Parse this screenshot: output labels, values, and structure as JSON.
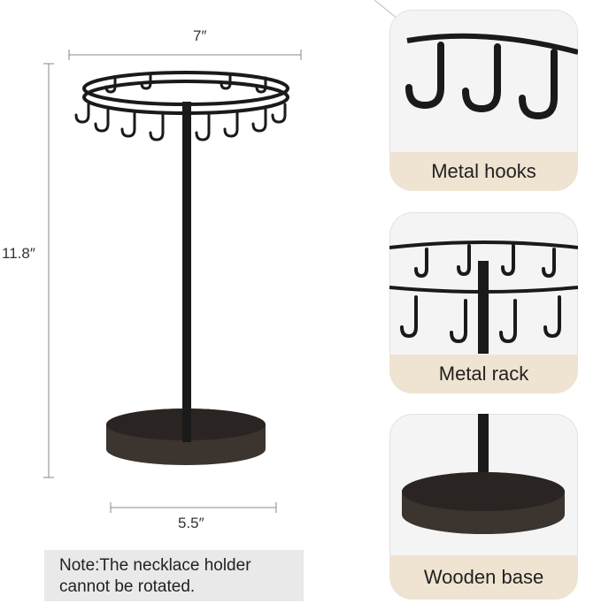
{
  "dimensions": {
    "width": "7″",
    "height": "11.8″",
    "base": "5.5″"
  },
  "cards": [
    {
      "label": "Metal hooks"
    },
    {
      "label": "Metal rack"
    },
    {
      "label": "Wooden base"
    }
  ],
  "note": "Note:The necklace holder\ncannot be rotated.",
  "colors": {
    "metal": "#1a1a1a",
    "wood": "#3b342f",
    "caption_bg": "#efe3d1",
    "note_bg": "#e9e9e9"
  }
}
